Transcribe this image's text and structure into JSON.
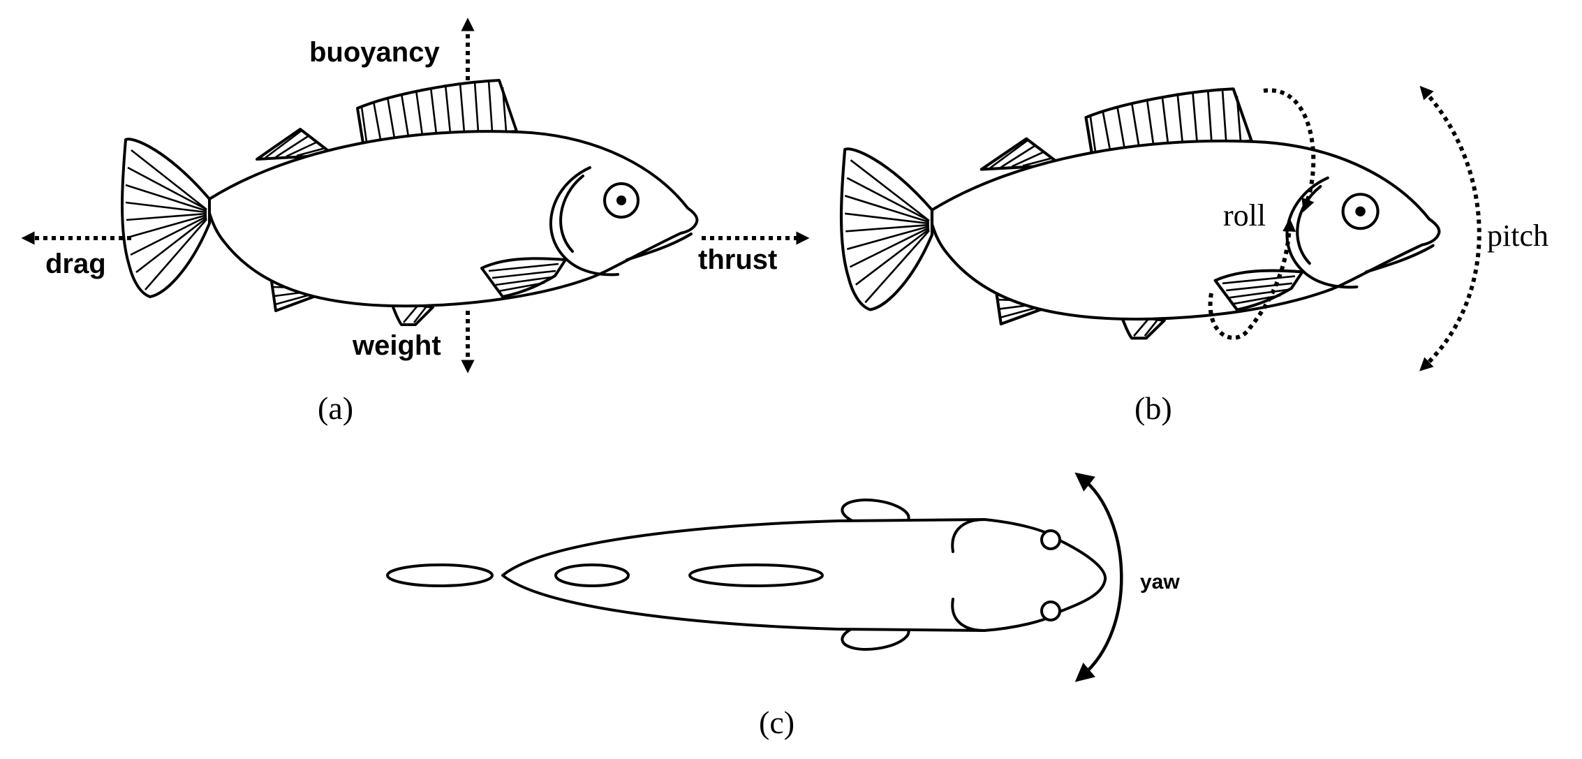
{
  "panel_a": {
    "caption": "(a)",
    "labels": {
      "buoyancy": "buoyancy",
      "drag": "drag",
      "thrust": "thrust",
      "weight": "weight"
    }
  },
  "panel_b": {
    "caption": "(b)",
    "labels": {
      "roll": "roll",
      "pitch": "pitch"
    }
  },
  "panel_c": {
    "caption": "(c)",
    "labels": {
      "yaw": "yaw"
    }
  }
}
